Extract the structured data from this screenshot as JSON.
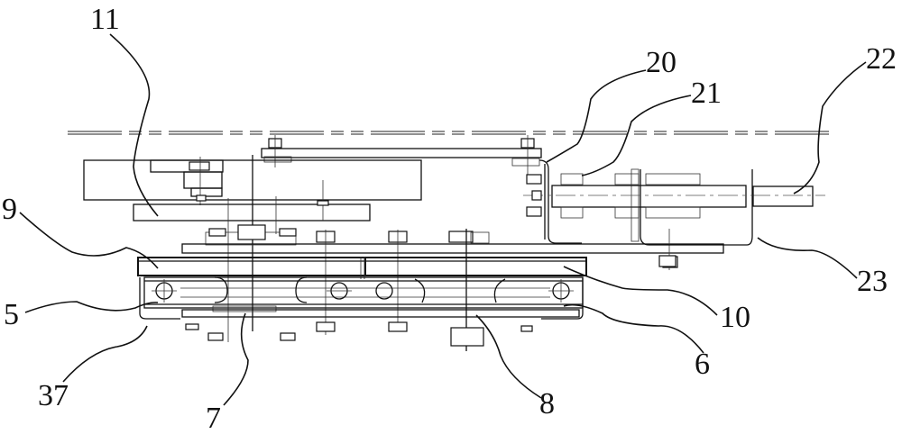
{
  "figure": {
    "title": "Mechanical assembly side view",
    "line_color": "#111111",
    "background": "#ffffff",
    "labels": [
      {
        "id": "label-11",
        "text": "11"
      },
      {
        "id": "label-9",
        "text": "9"
      },
      {
        "id": "label-5",
        "text": "5"
      },
      {
        "id": "label-37",
        "text": "37"
      },
      {
        "id": "label-7",
        "text": "7"
      },
      {
        "id": "label-8",
        "text": "8"
      },
      {
        "id": "label-6",
        "text": "6"
      },
      {
        "id": "label-10",
        "text": "10"
      },
      {
        "id": "label-23",
        "text": "23"
      },
      {
        "id": "label-22",
        "text": "22"
      },
      {
        "id": "label-21",
        "text": "21"
      },
      {
        "id": "label-20",
        "text": "20"
      }
    ]
  }
}
